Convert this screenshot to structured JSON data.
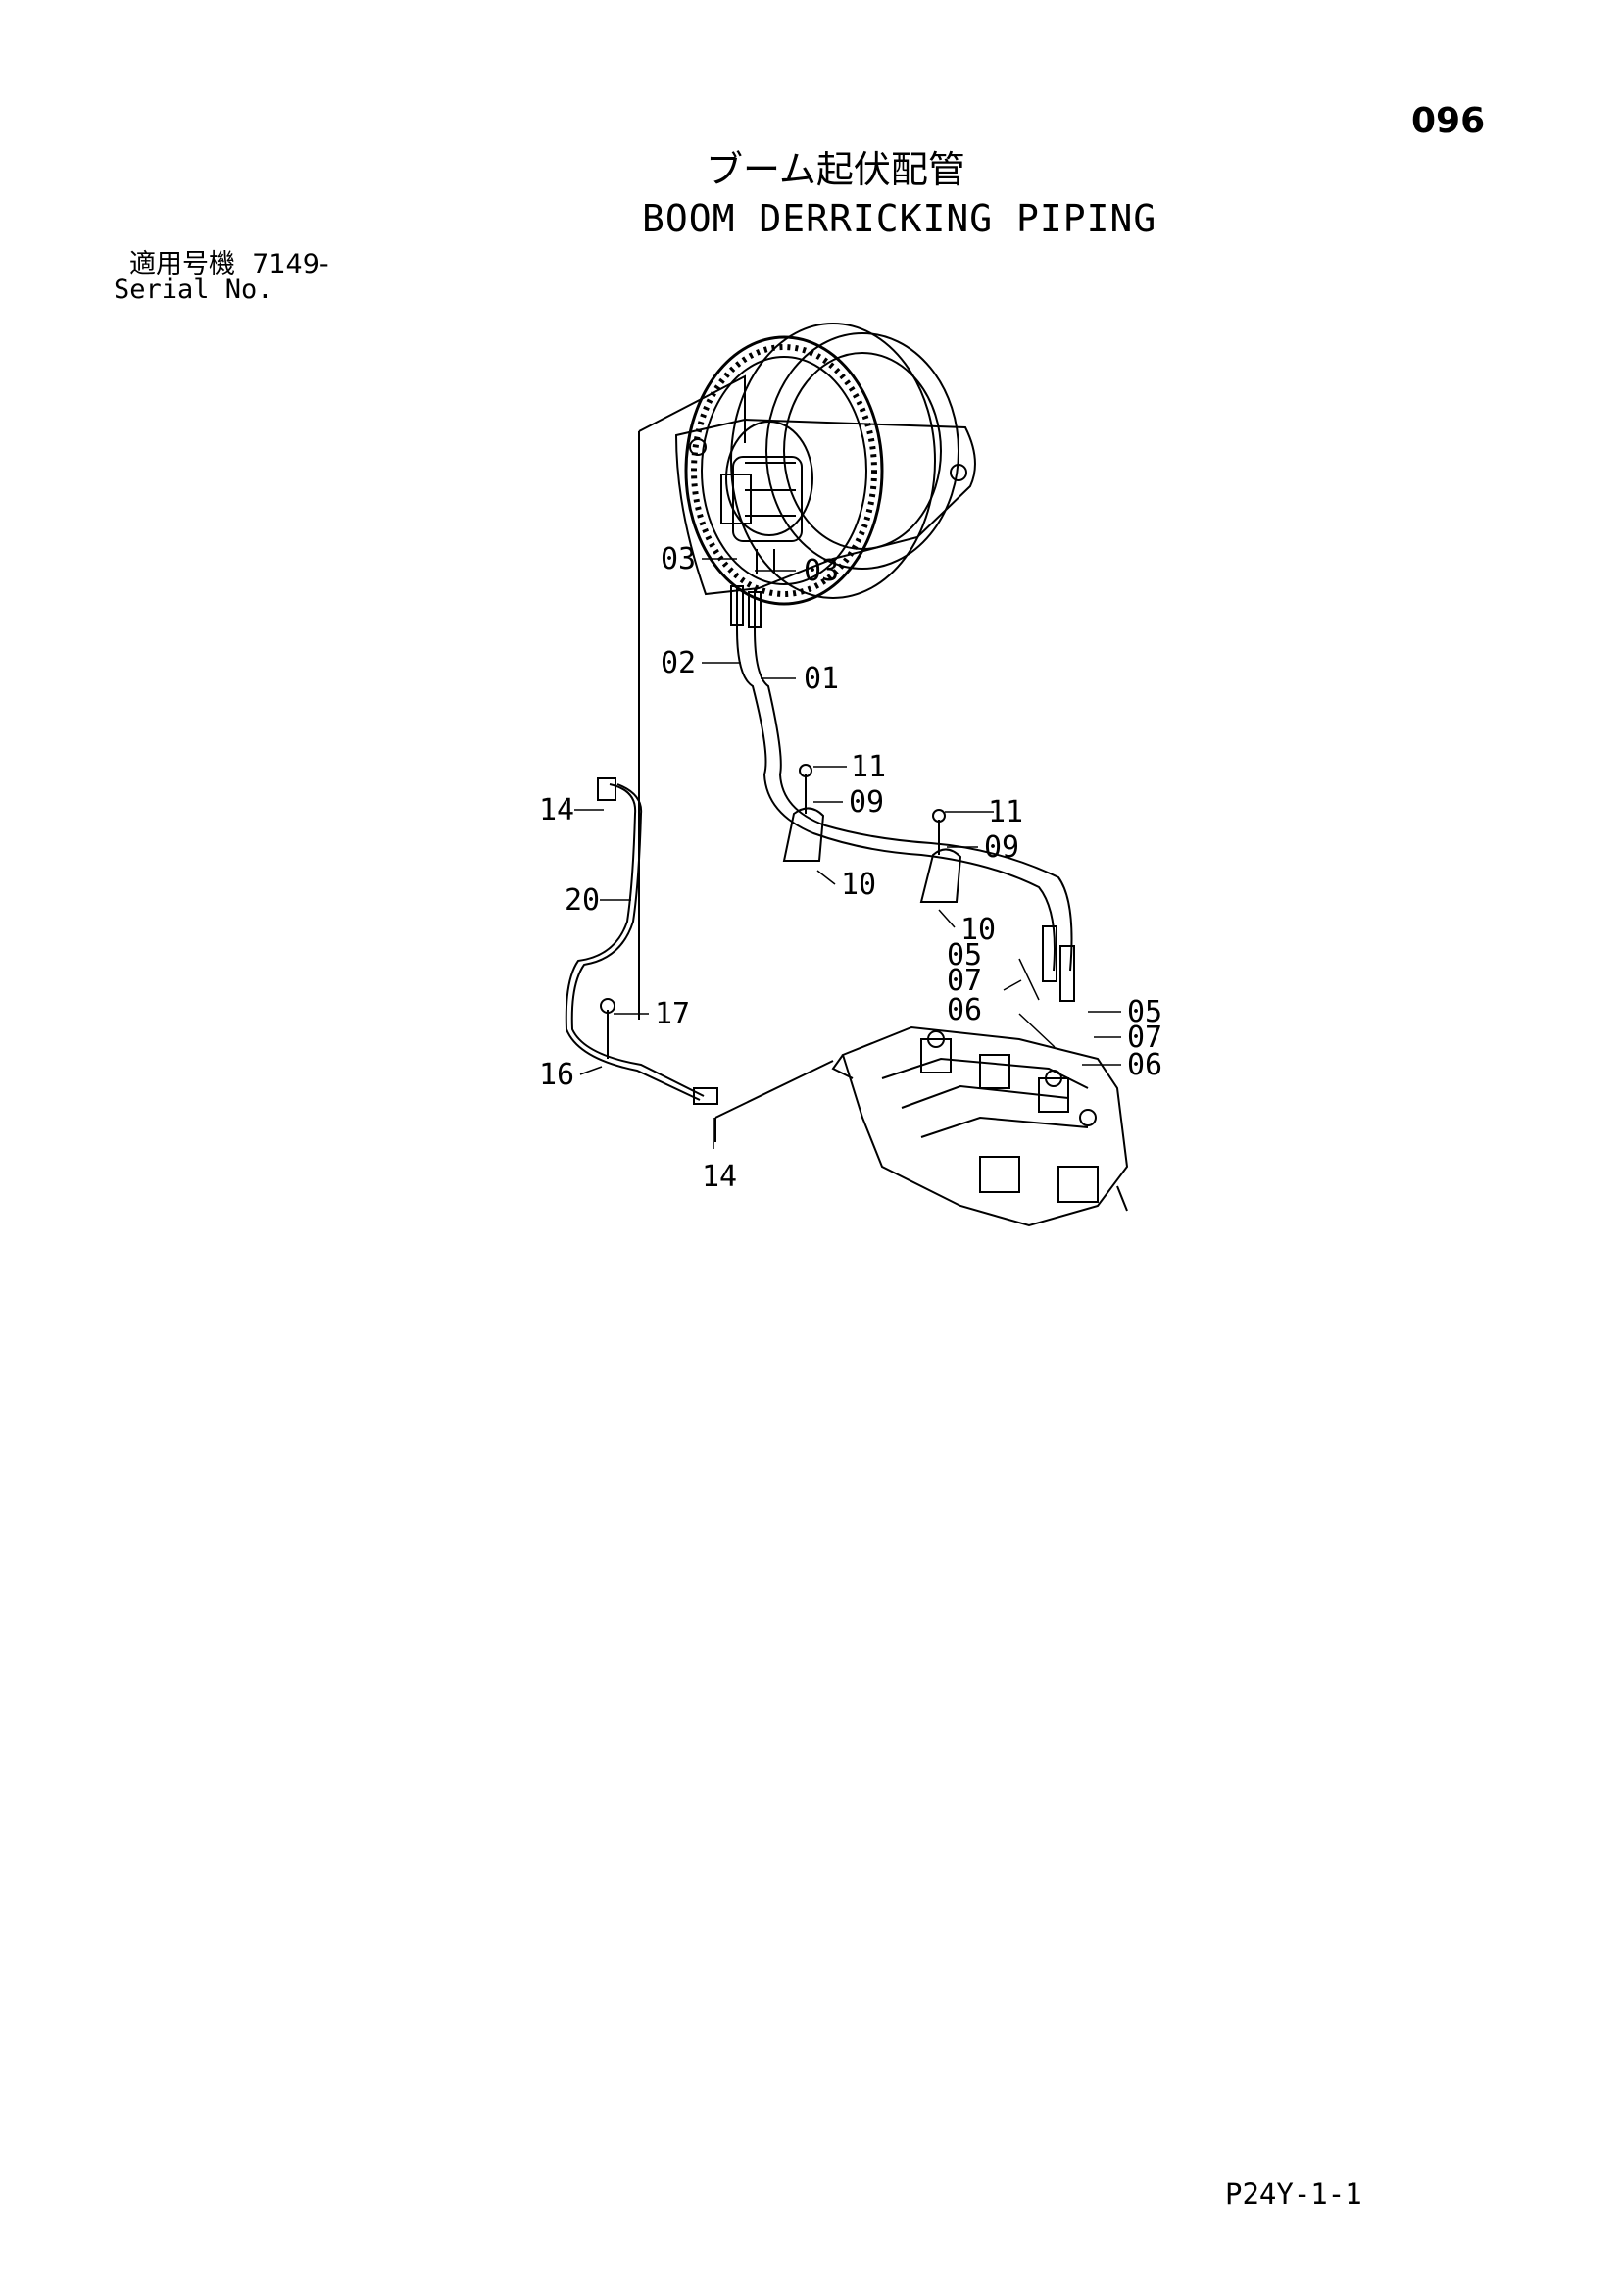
{
  "page_number": "096",
  "title_jp": "ブーム起伏配管",
  "title_en": "BOOM DERRICKING PIPING",
  "serial": {
    "label_jp": "適用号機",
    "value": "7149-",
    "label_en": "Serial No."
  },
  "drawing_code": "P24Y-1-1",
  "callouts": [
    "03",
    "03",
    "02",
    "01",
    "11",
    "14",
    "09",
    "11",
    "09",
    "20",
    "10",
    "10",
    "05",
    "07",
    "06",
    "05",
    "17",
    "07",
    "16",
    "06",
    "14"
  ]
}
